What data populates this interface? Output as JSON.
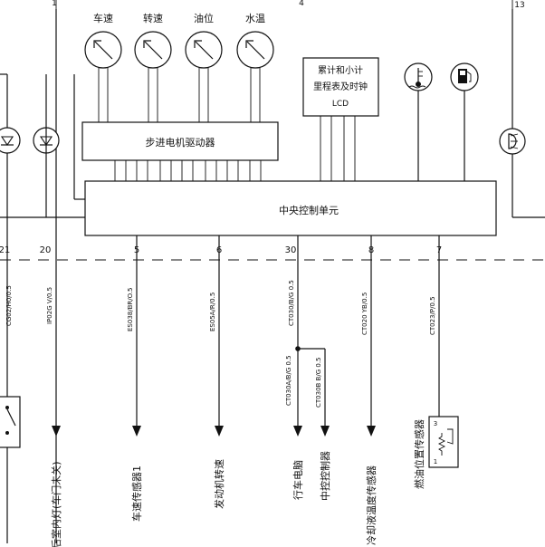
{
  "gauges": [
    "车速",
    "转速",
    "油位",
    "水温"
  ],
  "stepper_label": "步进电机驱动器",
  "lcd_lines": [
    "累计和小计",
    "里程表及时钟",
    "LCD"
  ],
  "ecu_label": "中央控制单元",
  "edge_numbers": {
    "top_left": "1",
    "top_mid": "4",
    "top_right": "13"
  },
  "pins": [
    "21",
    "20",
    "5",
    "6",
    "30",
    "8",
    "7"
  ],
  "wire_codes": {
    "c1": "CG02/H0/0.5",
    "c2": "IP02G V/0.5",
    "c3": "ES038/BR/O.5",
    "c4": "ES05A/R/0.5",
    "c5a": "CT030/B/G 0.5",
    "c5b": "CT030A/B/G 0.5",
    "c5c": "CT030B B/G 0.5",
    "c6": "CT020 YB/0.5",
    "c7": "CT023/P/0.5"
  },
  "targets": {
    "room_lamp": "后室内灯(车门未关)",
    "speed_sensor": "车速传感器1",
    "engine_speed": "发动机转速",
    "trip_computer": "行车电脑",
    "central_ctrl": "中控控制器",
    "coolant_sensor": "冷却液温度传感器",
    "fuel_sensor": "燃油位置传感器"
  },
  "sensor_terminals": [
    "3",
    "1"
  ]
}
